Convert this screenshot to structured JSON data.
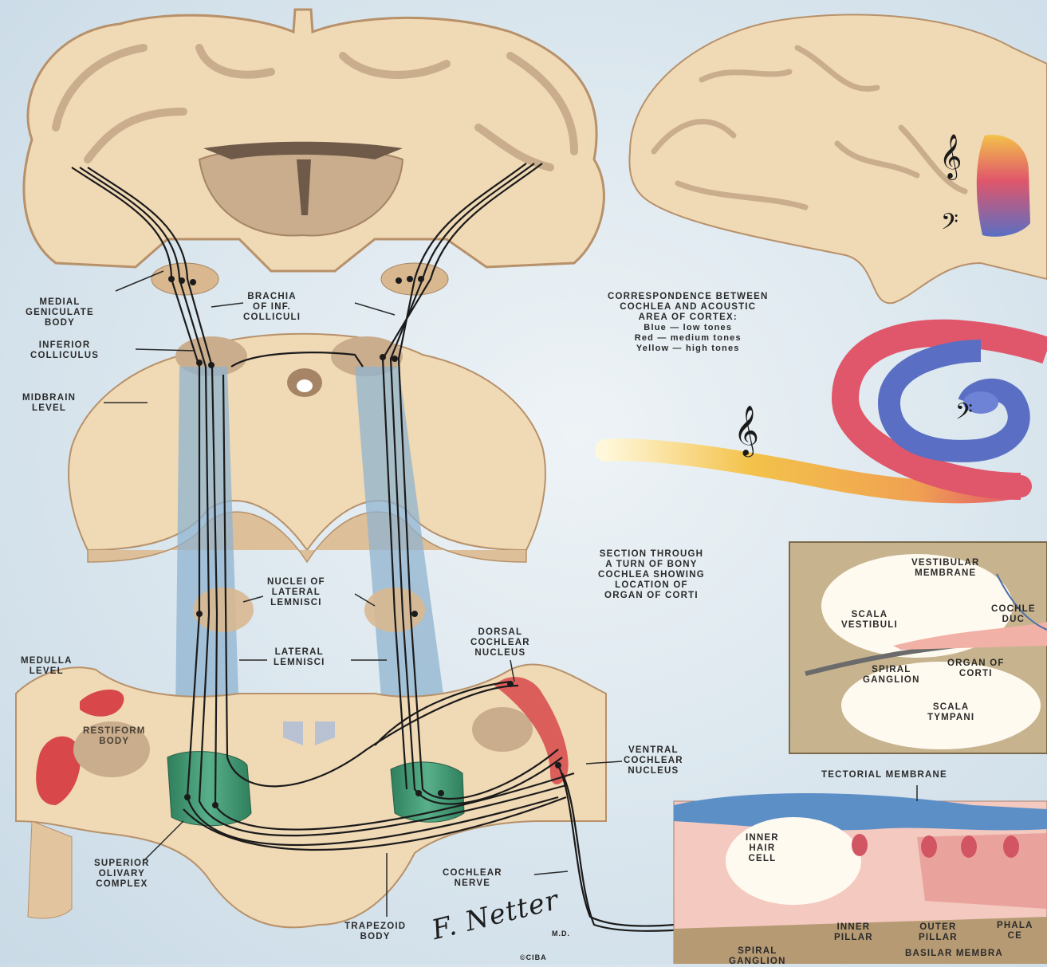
{
  "labels": {
    "medial_geniculate": [
      "MEDIAL",
      "GENICULATE",
      "BODY"
    ],
    "brachia": [
      "BRACHIA",
      "OF INF.",
      "COLLICULI"
    ],
    "inferior_colliculus": [
      "INFERIOR",
      "COLLICULUS"
    ],
    "midbrain_level": [
      "MIDBRAIN",
      "LEVEL"
    ],
    "nuclei_lateral_lemnisci": [
      "NUCLEI OF",
      "LATERAL",
      "LEMNISCI"
    ],
    "lateral_lemnisci": [
      "LATERAL",
      "LEMNISCI"
    ],
    "medulla_level": [
      "MEDULLA",
      "LEVEL"
    ],
    "restiform_body": [
      "RESTIFORM",
      "BODY"
    ],
    "dorsal_cochlear_nucleus": [
      "DORSAL",
      "COCHLEAR",
      "NUCLEUS"
    ],
    "ventral_cochlear_nucleus": [
      "VENTRAL",
      "COCHLEAR",
      "NUCLEUS"
    ],
    "superior_olivary_complex": [
      "SUPERIOR",
      "OLIVARY",
      "COMPLEX"
    ],
    "cochlear_nerve": [
      "COCHLEAR",
      "NERVE"
    ],
    "trapezoid_body": [
      "TRAPEZOID",
      "BODY"
    ],
    "correspondence": [
      "CORRESPONDENCE BETWEEN",
      "COCHLEA AND ACOUSTIC",
      "AREA OF CORTEX:",
      "Blue — low tones",
      "Red — medium tones",
      "Yellow — high tones"
    ],
    "section_through": [
      "SECTION THROUGH",
      "A TURN OF BONY",
      "COCHLEA SHOWING",
      "LOCATION OF",
      "ORGAN OF CORTI"
    ],
    "vestibular_membrane": [
      "VESTIBULAR",
      "MEMBRANE"
    ],
    "scala_vestibuli": [
      "SCALA",
      "VESTIBULI"
    ],
    "cochlear_duct": [
      "COCHLE",
      "DUC"
    ],
    "spiral_ganglion_top": [
      "SPIRAL",
      "GANGLION"
    ],
    "organ_of_corti": [
      "ORGAN OF",
      "CORTI"
    ],
    "scala_tympani": [
      "SCALA",
      "TYMPANI"
    ],
    "tectorial_membrane": [
      "TECTORIAL MEMBRANE"
    ],
    "inner_hair_cell": [
      "INNER",
      "HAIR",
      "CELL"
    ],
    "inner_pillar": [
      "INNER",
      "PILLAR"
    ],
    "outer_pillar": [
      "OUTER",
      "PILLAR"
    ],
    "phalangeal": [
      "PHALA",
      "CE"
    ],
    "spiral_ganglion_bottom": [
      "SPIRAL",
      "GANGLION"
    ],
    "basilar_membrane": [
      "BASILAR MEMBRA"
    ]
  },
  "signature": {
    "name": "F. Netter",
    "suffix": "M.D.",
    "publisher": "©CIBA"
  },
  "colors": {
    "tissue": "#f0d9b5",
    "tissue_edge": "#b7916a",
    "gray_matter": "#c9ad8c",
    "lemniscus_blue": "#8fb3cf",
    "olive_green": "#3f9a72",
    "red_nucleus": "#d8484b",
    "low_tone_blue": "#5a6fc4",
    "medium_tone_red": "#e0566a",
    "high_tone_yellow": "#f3c24a",
    "tectorial_blue": "#5d8fc7",
    "nerve_black": "#1b1b1b"
  },
  "icons": [
    "treble-clef-icon",
    "bass-clef-icon"
  ]
}
